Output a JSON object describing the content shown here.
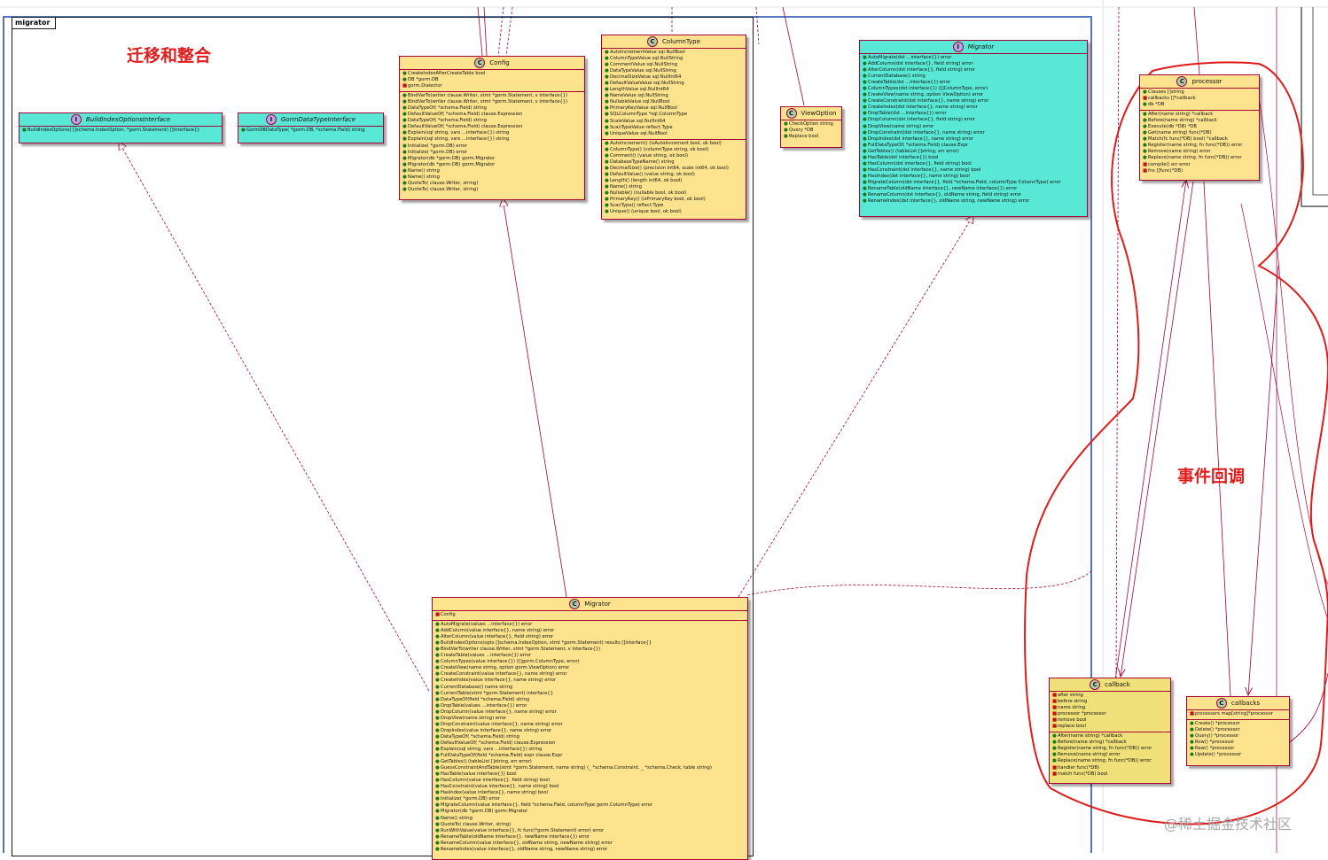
{
  "package": {
    "name": "migrator"
  },
  "annotations": {
    "left": "迁移和整合",
    "right": "事件回调"
  },
  "watermark": "@稀土掘金技术社区",
  "colors": {
    "class_fill": "#fee38f",
    "interface_fill": "#5ae8d6",
    "border": "#a80036",
    "highlight": "#e01b1b",
    "frame": "#2c52b8"
  },
  "boxes": [
    {
      "id": "buildindexoptionsinterface",
      "kind": "interface",
      "name": "BuildIndexOptionsInterface",
      "sections": [
        [
          [
            "+",
            "BuildIndexOptions( []schema.IndexOption, *gorm.Statement) []interface{}"
          ]
        ]
      ]
    },
    {
      "id": "gormdatatypeinterface",
      "kind": "interface",
      "name": "GormDataTypeInterface",
      "sections": [
        [
          [
            "+",
            "GormDBDataType( *gorm.DB, *schema.Field) string"
          ]
        ]
      ]
    },
    {
      "id": "config",
      "kind": "class",
      "name": "Config",
      "sections": [
        [
          [
            "+",
            "CreateIndexAfterCreateTable bool"
          ],
          [
            "+",
            "DB *gorm.DB"
          ],
          [
            "-",
            "gorm.Dialector"
          ]
        ],
        [
          [
            "+",
            "BindVarTo(writer clause.Writer, stmt *gorm.Statement, v interface{})"
          ],
          [
            "+",
            "BindVarTo(writer clause.Writer, stmt *gorm.Statement, v interface{})"
          ],
          [
            "+",
            "DataTypeOf( *schema.Field) string"
          ],
          [
            "+",
            "DefaultValueOf( *schema.Field) clause.Expression"
          ],
          [
            "+",
            "DataTypeOf( *schema.Field) string"
          ],
          [
            "+",
            "DefaultValueOf( *schema.Field) clause.Expression"
          ],
          [
            "+",
            "Explain(sql string, vars ...interface{}) string"
          ],
          [
            "+",
            "Explain(sql string, vars ...interface{}) string"
          ],
          [
            "+",
            "Initialize( *gorm.DB) error"
          ],
          [
            "+",
            "Initialize( *gorm.DB) error"
          ],
          [
            "+",
            "Migrator(db *gorm.DB) gorm.Migrator"
          ],
          [
            "+",
            "Migrator(db *gorm.DB) gorm.Migrator"
          ],
          [
            "+",
            "Name() string"
          ],
          [
            "+",
            "Name() string"
          ],
          [
            "+",
            "QuoteTo( clause.Writer,  string)"
          ],
          [
            "+",
            "QuoteTo( clause.Writer,  string)"
          ]
        ]
      ]
    },
    {
      "id": "columntype",
      "kind": "class",
      "name": "ColumnType",
      "sections": [
        [
          [
            "+",
            "AutoIncrementValue sql.NullBool"
          ],
          [
            "+",
            "ColumnTypeValue sql.NullString"
          ],
          [
            "+",
            "CommentValue sql.NullString"
          ],
          [
            "+",
            "DataTypeValue sql.NullString"
          ],
          [
            "+",
            "DecimalSizeValue sql.NullInt64"
          ],
          [
            "+",
            "DefaultValueValue sql.NullString"
          ],
          [
            "+",
            "LengthValue sql.NullInt64"
          ],
          [
            "+",
            "NameValue sql.NullString"
          ],
          [
            "+",
            "NullableValue sql.NullBool"
          ],
          [
            "+",
            "PrimaryKeyValue sql.NullBool"
          ],
          [
            "+",
            "SQLColumnType *sql.ColumnType"
          ],
          [
            "+",
            "ScaleValue sql.NullInt64"
          ],
          [
            "+",
            "ScanTypeValue reflect.Type"
          ],
          [
            "+",
            "UniqueValue sql.NullBool"
          ]
        ],
        [
          [
            "+",
            "AutoIncrement() (isAutoIncrement bool, ok bool)"
          ],
          [
            "+",
            "ColumnType() (columnType string, ok bool)"
          ],
          [
            "+",
            "Comment() (value string, ok bool)"
          ],
          [
            "+",
            "DatabaseTypeName() string"
          ],
          [
            "+",
            "DecimalSize() (precision int64, scale int64, ok bool)"
          ],
          [
            "+",
            "DefaultValue() (value string, ok bool)"
          ],
          [
            "+",
            "Length() (length int64, ok bool)"
          ],
          [
            "+",
            "Name() string"
          ],
          [
            "+",
            "Nullable() (nullable bool, ok bool)"
          ],
          [
            "+",
            "PrimaryKey() (isPrimaryKey bool, ok bool)"
          ],
          [
            "+",
            "ScanType() reflect.Type"
          ],
          [
            "+",
            "Unique() (unique bool, ok bool)"
          ]
        ]
      ]
    },
    {
      "id": "viewoption",
      "kind": "class",
      "name": "ViewOption",
      "sections": [
        [
          [
            "+",
            "CheckOption string"
          ],
          [
            "+",
            "Query *DB"
          ],
          [
            "+",
            "Replace bool"
          ]
        ]
      ]
    },
    {
      "id": "migrator-interface",
      "kind": "interface",
      "name": "Migrator",
      "sections": [
        [
          [
            "+",
            "AutoMigrate(dst ...interface{}) error"
          ],
          [
            "+",
            "AddColumn(dst interface{}, field string) error"
          ],
          [
            "+",
            "AlterColumn(dst interface{}, field string) error"
          ],
          [
            "+",
            "CurrentDatabase() string"
          ],
          [
            "+",
            "CreateTable(dst ...interface{}) error"
          ],
          [
            "+",
            "ColumnTypes(dst interface{}) ([]ColumnType, error)"
          ],
          [
            "+",
            "CreateView(name string, option ViewOption) error"
          ],
          [
            "+",
            "CreateConstraint(dst interface{}, name string) error"
          ],
          [
            "+",
            "CreateIndex(dst interface{}, name string) error"
          ],
          [
            "+",
            "DropTable(dst ...interface{}) error"
          ],
          [
            "+",
            "DropColumn(dst interface{}, field string) error"
          ],
          [
            "+",
            "DropView(name string) error"
          ],
          [
            "+",
            "DropConstraint(dst interface{}, name string) error"
          ],
          [
            "+",
            "DropIndex(dst interface{}, name string) error"
          ],
          [
            "+",
            "FullDataTypeOf( *schema.Field) clause.Expr"
          ],
          [
            "+",
            "GetTables() (tableList []string, err error)"
          ],
          [
            "+",
            "HasTable(dst interface{}) bool"
          ],
          [
            "+",
            "HasColumn(dst interface{}, field string) bool"
          ],
          [
            "+",
            "HasConstraint(dst interface{}, name string) bool"
          ],
          [
            "+",
            "HasIndex(dst interface{}, name string) bool"
          ],
          [
            "+",
            "MigrateColumn(dst interface{}, field *schema.Field, columnType ColumnType) error"
          ],
          [
            "+",
            "RenameTable(oldName interface{}, newName interface{}) error"
          ],
          [
            "+",
            "RenameColumn(dst interface{}, oldName string, field string) error"
          ],
          [
            "+",
            "RenameIndex(dst interface{}, oldName string, newName string) error"
          ]
        ]
      ]
    },
    {
      "id": "migrator-class",
      "kind": "class",
      "name": "Migrator",
      "sections": [
        [
          [
            "-",
            "Config"
          ]
        ],
        [
          [
            "+",
            "AutoMigrate(values ...interface{}) error"
          ],
          [
            "+",
            "AddColumn(value interface{}, name string) error"
          ],
          [
            "+",
            "AlterColumn(value interface{}, field string) error"
          ],
          [
            "+",
            "BuildIndexOptions(opts []schema.IndexOption, stmt *gorm.Statement) results []interface{}"
          ],
          [
            "+",
            "BindVarTo(writer clause.Writer, stmt *gorm.Statement, v interface{})"
          ],
          [
            "+",
            "CreateTable(values ...interface{}) error"
          ],
          [
            "+",
            "ColumnTypes(value interface{}) ([]gorm.ColumnType, error)"
          ],
          [
            "+",
            "CreateView(name string, option gorm.ViewOption) error"
          ],
          [
            "+",
            "CreateConstraint(value interface{}, name string) error"
          ],
          [
            "+",
            "CreateIndex(value interface{}, name string) error"
          ],
          [
            "+",
            "CurrentDatabase() name string"
          ],
          [
            "+",
            "CurrentTable(stmt *gorm.Statement) interface{}"
          ],
          [
            "+",
            "DataTypeOf(field *schema.Field) string"
          ],
          [
            "+",
            "DropTable(values ...interface{}) error"
          ],
          [
            "+",
            "DropColumn(value interface{}, name string) error"
          ],
          [
            "+",
            "DropView(name string) error"
          ],
          [
            "+",
            "DropConstraint(value interface{}, name string) error"
          ],
          [
            "+",
            "DropIndex(value interface{}, name string) error"
          ],
          [
            "+",
            "DataTypeOf( *schema.Field) string"
          ],
          [
            "+",
            "DefaultValueOf( *schema.Field) clause.Expression"
          ],
          [
            "+",
            "Explain(sql string, vars ...interface{}) string"
          ],
          [
            "+",
            "FullDataTypeOf(field *schema.Field) expr clause.Expr"
          ],
          [
            "+",
            "GetTables() (tableList []string, err error)"
          ],
          [
            "+",
            "GuessConstraintAndTable(stmt *gorm.Statement, name string) (_ *schema.Constraint, _ *schema.Check, table string)"
          ],
          [
            "+",
            "HasTable(value interface{}) bool"
          ],
          [
            "+",
            "HasColumn(value interface{}, field string) bool"
          ],
          [
            "+",
            "HasConstraint(value interface{}, name string) bool"
          ],
          [
            "+",
            "HasIndex(value interface{}, name string) bool"
          ],
          [
            "+",
            "Initialize( *gorm.DB) error"
          ],
          [
            "+",
            "MigrateColumn(value interface{}, field *schema.Field, columnType gorm.ColumnType) error"
          ],
          [
            "+",
            "Migrator(db *gorm.DB) gorm.Migrator"
          ],
          [
            "+",
            "Name() string"
          ],
          [
            "+",
            "QuoteTo( clause.Writer,  string)"
          ],
          [
            "+",
            "RunWithValue(value interface{}, fc func(*gorm.Statement) error) error"
          ],
          [
            "+",
            "RenameTable(oldName interface{}, newName interface{}) error"
          ],
          [
            "+",
            "RenameColumn(value interface{}, oldName string, newName string) error"
          ],
          [
            "+",
            "RenameIndex(value interface{}, oldName string, newName string) error"
          ]
        ]
      ]
    },
    {
      "id": "processor",
      "kind": "class",
      "name": "processor",
      "sections": [
        [
          [
            "+",
            "Clauses []string"
          ],
          [
            "-",
            "callbacks []*callback"
          ],
          [
            "+",
            "db *DB"
          ]
        ],
        [
          [
            "+",
            "After(name string) *callback"
          ],
          [
            "+",
            "Before(name string) *callback"
          ],
          [
            "+",
            "Execute(db *DB) *DB"
          ],
          [
            "+",
            "Get(name string) func(*DB)"
          ],
          [
            "+",
            "Match(fc func(*DB) bool) *callback"
          ],
          [
            "+",
            "Register(name string, fn func(*DB)) error"
          ],
          [
            "+",
            "Remove(name string) error"
          ],
          [
            "+",
            "Replace(name string, fn func(*DB)) error"
          ],
          [
            "-",
            "compile() err error"
          ],
          [
            "-",
            "fns []func(*DB)"
          ]
        ]
      ]
    },
    {
      "id": "callback",
      "kind": "class",
      "name": "callback",
      "sections": [
        [
          [
            "-",
            "after string"
          ],
          [
            "-",
            "before string"
          ],
          [
            "-",
            "name string"
          ],
          [
            "-",
            "processor *processor"
          ],
          [
            "-",
            "remove bool"
          ],
          [
            "-",
            "replace bool"
          ]
        ],
        [
          [
            "+",
            "After(name string) *callback"
          ],
          [
            "+",
            "Before(name string) *callback"
          ],
          [
            "+",
            "Register(name string, fn func(*DB)) error"
          ],
          [
            "+",
            "Remove(name string) error"
          ],
          [
            "+",
            "Replace(name string, fn func(*DB)) error"
          ],
          [
            "-",
            "handler func(*DB)"
          ],
          [
            "-",
            "match func(*DB) bool"
          ]
        ]
      ]
    },
    {
      "id": "callbacks",
      "kind": "class",
      "name": "callbacks",
      "sections": [
        [
          [
            "-",
            "processors map[string]*processor"
          ]
        ],
        [
          [
            "+",
            "Create() *processor"
          ],
          [
            "+",
            "Delete() *processor"
          ],
          [
            "+",
            "Query() *processor"
          ],
          [
            "+",
            "Row() *processor"
          ],
          [
            "+",
            "Raw() *processor"
          ],
          [
            "+",
            "Update() *processor"
          ]
        ]
      ]
    }
  ]
}
